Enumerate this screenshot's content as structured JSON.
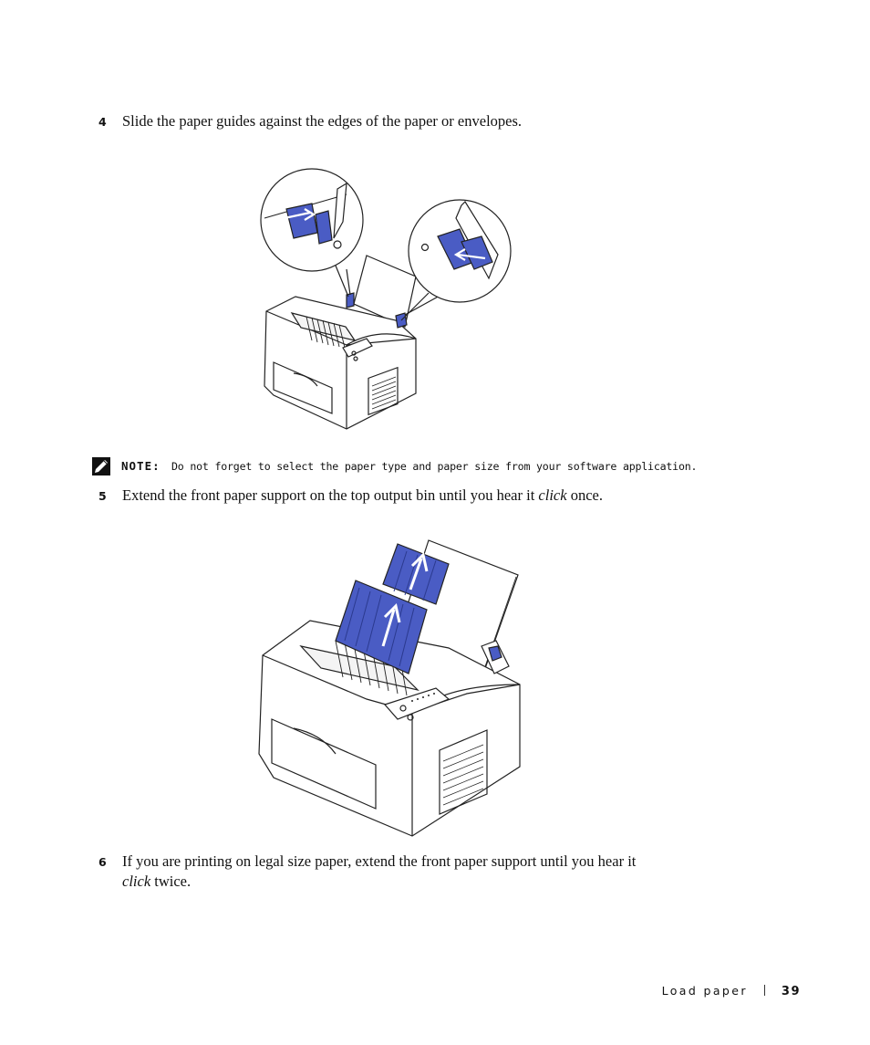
{
  "steps": [
    {
      "number": "4",
      "text": "Slide the paper guides against the edges of the paper or envelopes."
    },
    {
      "number": "5",
      "text_before": "Extend the front paper support on the top output bin until you hear it ",
      "text_italic": "click",
      "text_after": " once."
    },
    {
      "number": "6",
      "line1": "If you are printing on legal size paper, extend the front paper support until you hear it",
      "line2_italic": "click",
      "line2_after": " twice."
    }
  ],
  "note": {
    "icon": "pencil-note-icon",
    "label": "NOTE:",
    "text": "Do not forget to select the paper type and paper size from your software application."
  },
  "footer": {
    "section": "Load paper",
    "page": "39"
  },
  "colors": {
    "accent": "#4a5cc4",
    "accent_dark": "#2b3a8f",
    "line": "#222222"
  }
}
